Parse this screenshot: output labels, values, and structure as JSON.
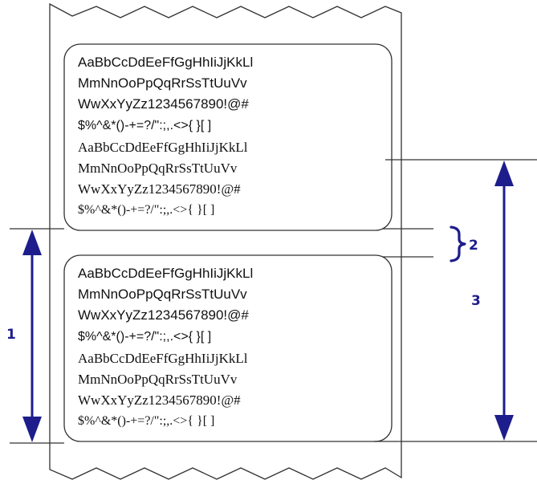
{
  "label_blocks": [
    {
      "sans_lines": [
        "AaBbCcDdEeFfGgHhIiJjKkLl",
        "MmNnOoPpQqRrSsTtUuVv",
        "WwXxYyZz1234567890!@#",
        "$%^&*()-+=?/\":;,.<>{ }[ ]"
      ],
      "serif_lines": [
        "AaBbCcDdEeFfGgHhIiJjKkLl",
        "MmNnOoPpQqRrSsTtUuVv",
        "WwXxYyZz1234567890!@#",
        "$%^&*()-+=?/\":;,.<>{ }[ ]"
      ]
    },
    {
      "sans_lines": [
        "AaBbCcDdEeFfGgHhIiJjKkLl",
        "MmNnOoPpQqRrSsTtUuVv",
        "WwXxYyZz1234567890!@#",
        "$%^&*()-+=?/\":;,.<>{ }[ ]"
      ],
      "serif_lines": [
        "AaBbCcDdEeFfGgHhIiJjKkLl",
        "MmNnOoPpQqRrSsTtUuVv",
        "WwXxYyZz1234567890!@#",
        "$%^&*()-+=?/\":;,.<>{ }[ ]"
      ]
    }
  ],
  "callouts": {
    "one": "1",
    "two": "2",
    "three": "3"
  },
  "colors": {
    "arrow": "#1d1d8c",
    "line": "#333333"
  }
}
